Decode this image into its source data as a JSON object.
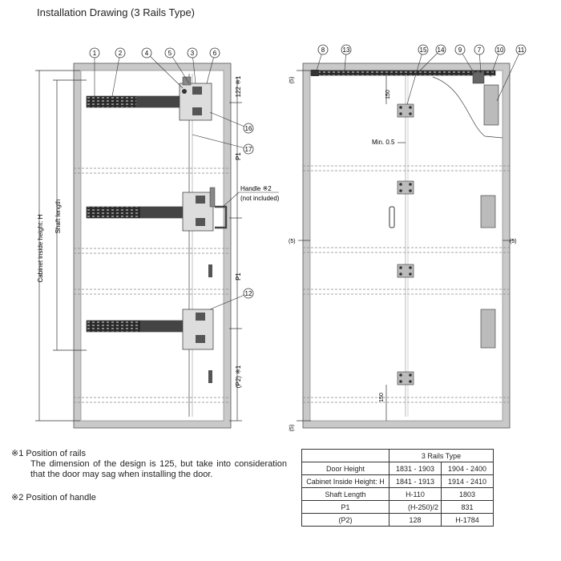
{
  "title": "Installation Drawing (3 Rails Type)",
  "labels": {
    "handle": "Handle ※2",
    "not_included": "(not included)",
    "cabinet_height": "Cabinet inside height: H",
    "shaft_length": "Shaft length",
    "p1": "P1",
    "p2": "(P2) ※1",
    "dim_122": "122 ※1",
    "dim_150": "150",
    "min_gap": "Min. 0.5",
    "gap_5": "(5)"
  },
  "callouts_left": [
    "1",
    "2",
    "4",
    "5",
    "3",
    "6",
    "16",
    "17",
    "12"
  ],
  "callouts_right": [
    "8",
    "13",
    "15",
    "14",
    "9",
    "7",
    "10",
    "11"
  ],
  "notes": {
    "n1_mark": "※1",
    "n1_title": "Position of rails",
    "n1_body": "The dimension of the design is 125, but take into consideration that the door may sag when installing the door.",
    "n2_mark": "※2",
    "n2_title": "Position of handle"
  },
  "table": {
    "header": "3 Rails Type",
    "rows": [
      {
        "label": "Door Height",
        "c1": "1831 - 1903",
        "c2": "1904 - 2400"
      },
      {
        "label": "Cabinet Inside Height: H",
        "c1": "1841 - 1913",
        "c2": "1914 - 2410"
      },
      {
        "label": "Shaft Length",
        "c1": "H-110",
        "c2": "1803"
      },
      {
        "label": "P1",
        "c0": "(H-250)/2",
        "c2": "831"
      },
      {
        "label": "(P2)",
        "c1": "128",
        "c2": "H-1784"
      }
    ]
  }
}
